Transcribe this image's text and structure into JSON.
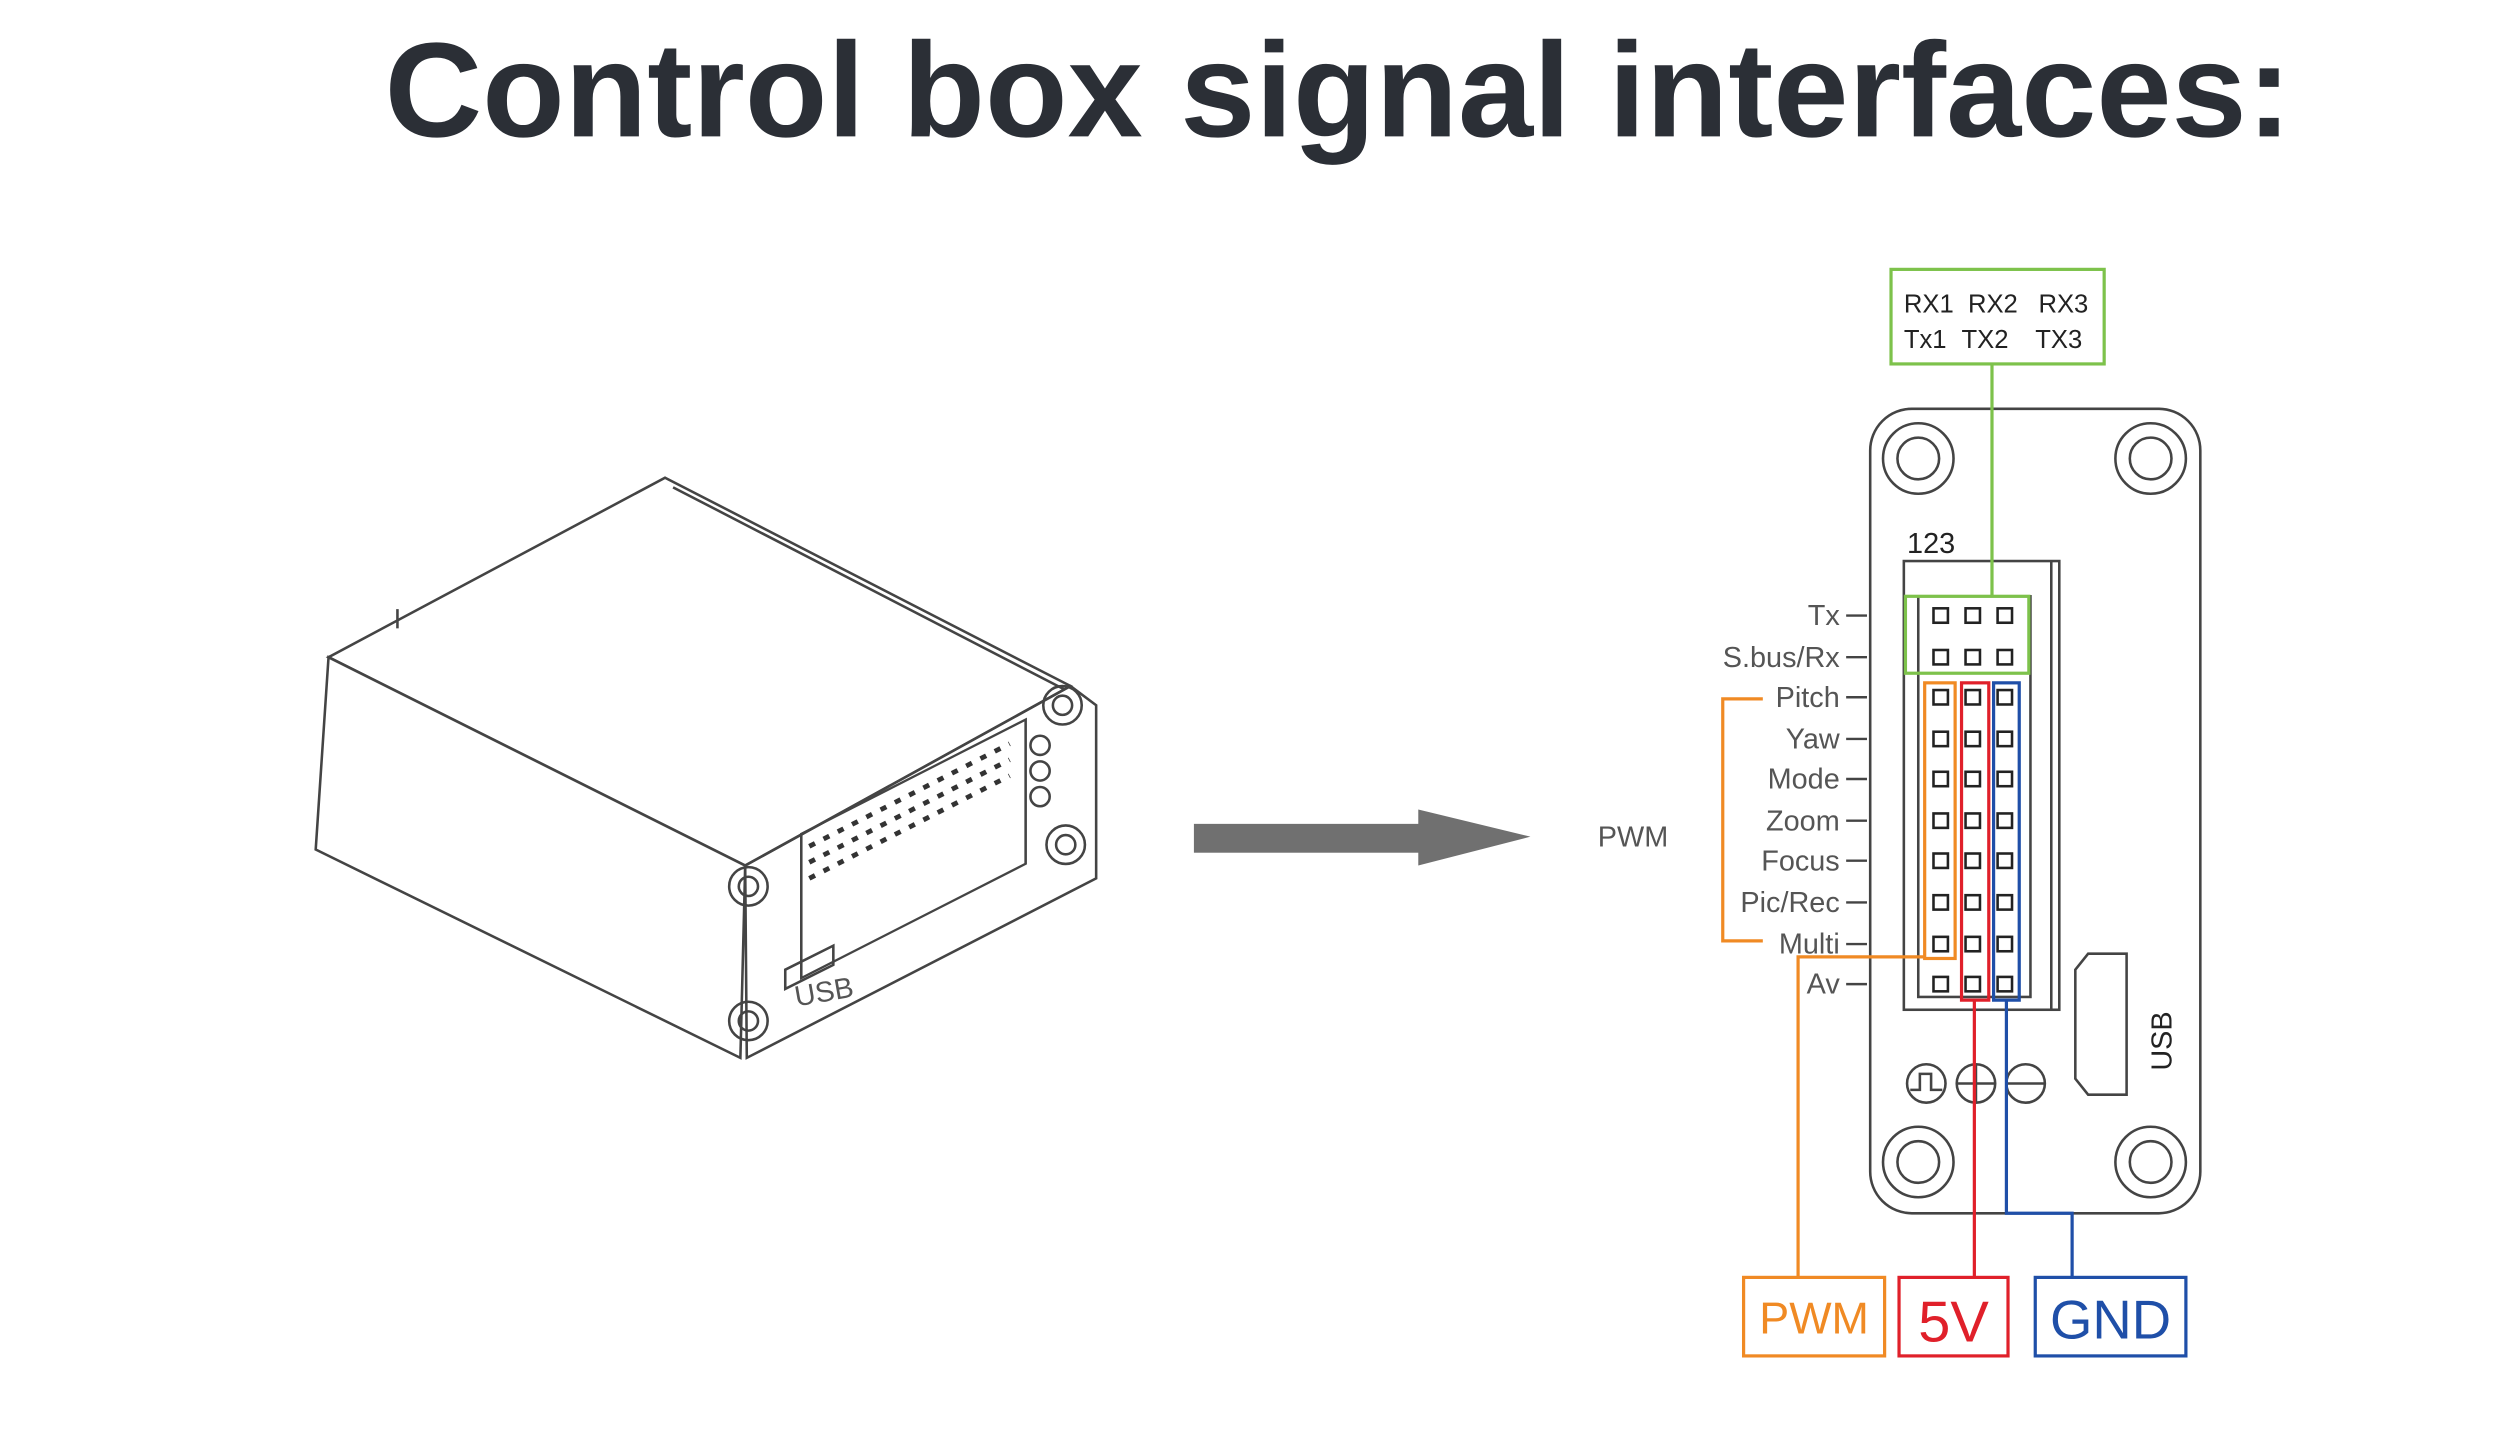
{
  "title": "Control box signal interfaces:",
  "colors": {
    "title": "#2b2f36",
    "uart": "#7dc24b",
    "pwm": "#f08a24",
    "power": "#e0202a",
    "ground": "#1f4fa8"
  },
  "uart_box": {
    "rx_labels": [
      "RX1",
      "RX2",
      "RX3"
    ],
    "tx_labels": [
      "Tx1",
      "TX2",
      "TX3"
    ]
  },
  "connector_number": "123",
  "pin_labels": [
    "Tx",
    "S.bus/Rx",
    "Pitch",
    "Yaw",
    "Mode",
    "Zoom",
    "Focus",
    "Pic/Rec",
    "Multi",
    "Av"
  ],
  "pwm_group_label": "PWM",
  "usb_label": "USB",
  "legend": {
    "pwm": "PWM",
    "v5": "5V",
    "gnd": "GND"
  },
  "box_labels": [
    "TX",
    "S.BUS/RX",
    "PITCH",
    "YAW",
    "MODE",
    "ZOOM",
    "FOCUS",
    "PIC/REC",
    "MULTI",
    "AV",
    "USB"
  ]
}
